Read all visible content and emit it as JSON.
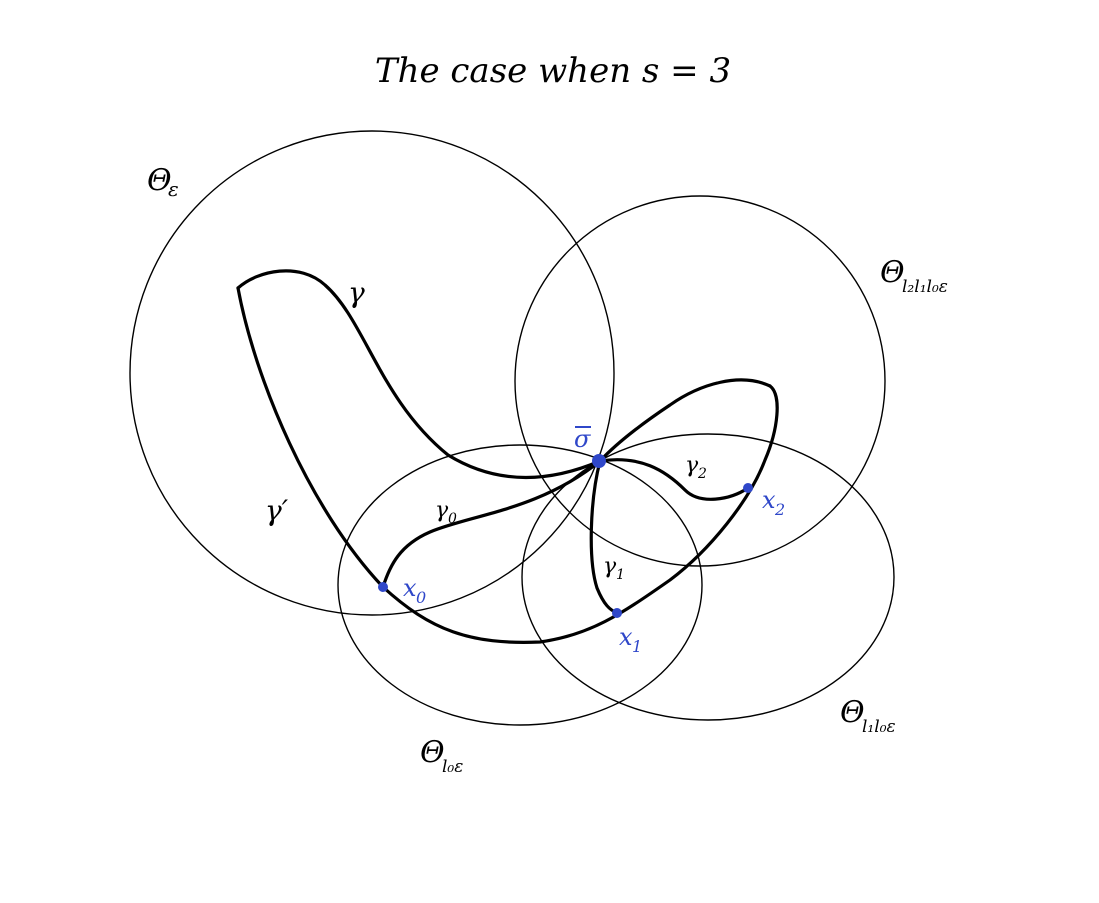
{
  "title": {
    "main": "The case when s = 3"
  },
  "circles": {
    "theta_eps": {
      "symbol": "Θ",
      "sub": "ε"
    },
    "theta_l2l1l0eps": {
      "symbol": "Θ",
      "sub": "l₂l₁l₀ε"
    },
    "theta_l1l0eps": {
      "symbol": "Θ",
      "sub": "l₁l₀ε"
    },
    "theta_l0eps": {
      "symbol": "Θ",
      "sub": "l₀ε"
    }
  },
  "curves": {
    "gamma": {
      "symbol": "γ"
    },
    "gamma_prime": {
      "symbol": "γ′"
    },
    "gamma0": {
      "symbol": "γ",
      "sub": "0"
    },
    "gamma1": {
      "symbol": "γ",
      "sub": "1"
    },
    "gamma2": {
      "symbol": "γ",
      "sub": "2"
    }
  },
  "points": {
    "sigma": {
      "symbol": "σ"
    },
    "x0": {
      "symbol": "x",
      "sub": "0"
    },
    "x1": {
      "symbol": "x",
      "sub": "1"
    },
    "x2": {
      "symbol": "x",
      "sub": "2"
    }
  },
  "colors": {
    "stroke": "#000000",
    "point": "#2f47c9",
    "background": "#ffffff"
  }
}
